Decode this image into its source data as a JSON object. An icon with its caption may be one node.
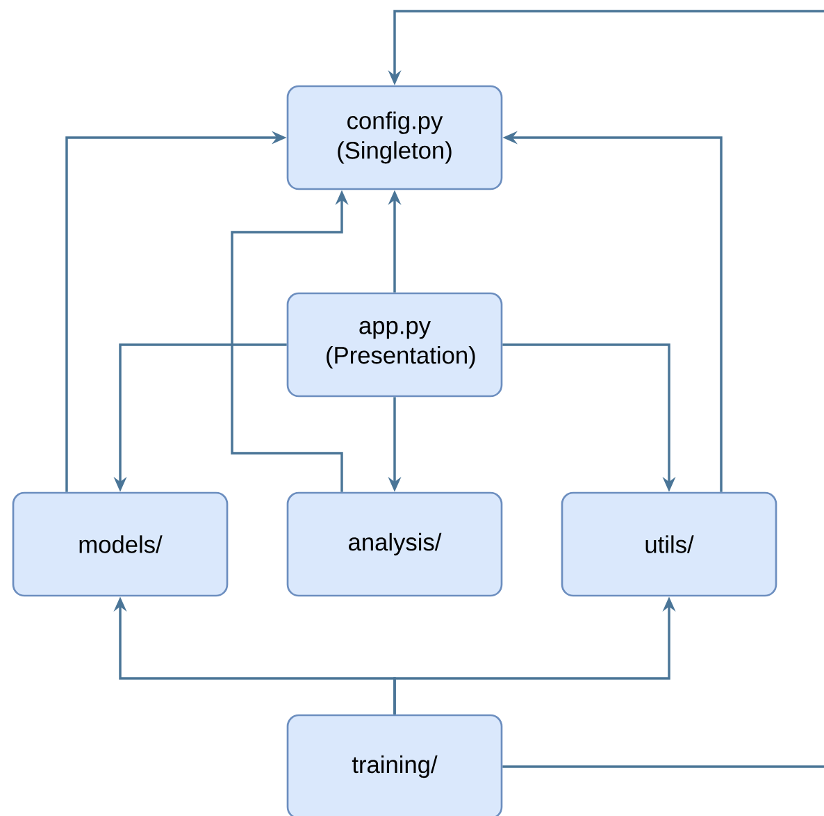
{
  "diagram": {
    "nodes": [
      {
        "text": [
          "config.py (Singleton)"
        ]
      },
      {
        "text": [
          "app.py (Presentation)"
        ]
      },
      {
        "text": [
          "models/"
        ]
      },
      {
        "text": [
          "analysis/"
        ]
      },
      {
        "text": [
          "utils/"
        ]
      },
      {
        "text": [
          "training/"
        ]
      }
    ],
    "edges": [
      {
        "from": 1,
        "to": 0,
        "arrow": "to"
      },
      {
        "from": 1,
        "to": 2,
        "arrow": "to"
      },
      {
        "from": 1,
        "to": 3,
        "arrow": "to"
      },
      {
        "from": 1,
        "to": 4,
        "arrow": "to"
      },
      {
        "from": 2,
        "to": 0,
        "arrow": "to"
      },
      {
        "from": 3,
        "to": 0,
        "arrow": "to"
      },
      {
        "from": 4,
        "to": 0,
        "arrow": "to"
      },
      {
        "from": 5,
        "to": 2,
        "arrow": "to"
      },
      {
        "from": 5,
        "to": 4,
        "arrow": "to"
      },
      {
        "from": 5,
        "to": 0,
        "arrow": "to"
      }
    ]
  }
}
